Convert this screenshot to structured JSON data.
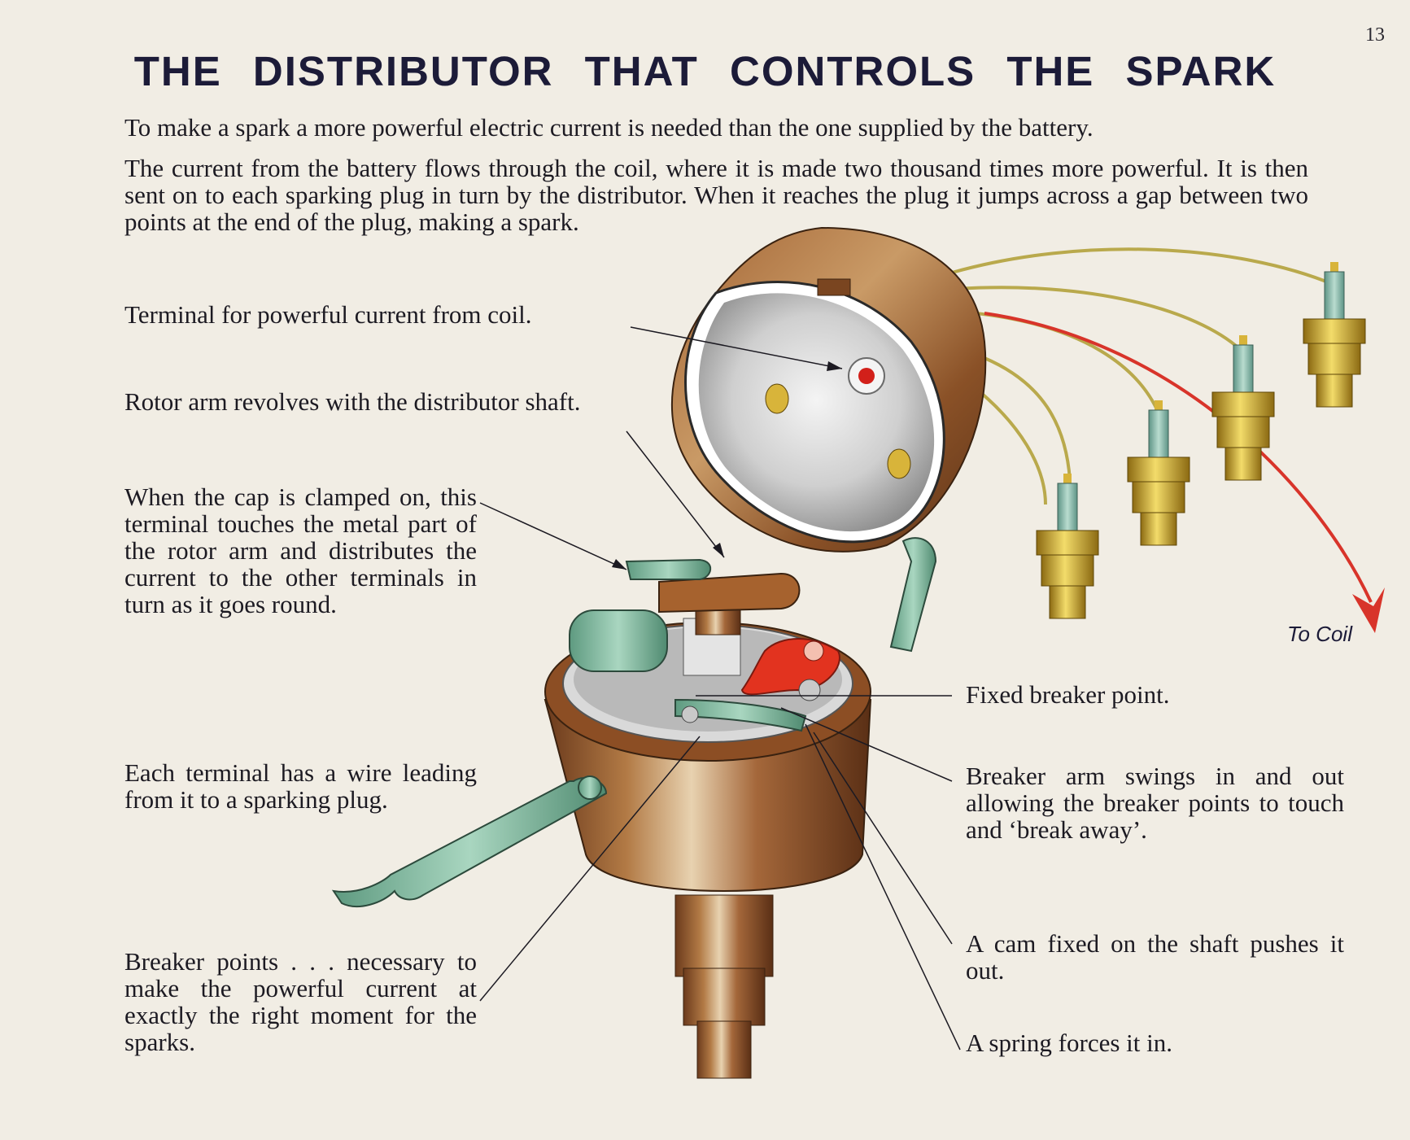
{
  "page_number": "13",
  "title": "THE DISTRIBUTOR THAT CONTROLS THE SPARK",
  "intro": [
    "To make a spark a more powerful electric current is needed than the one supplied by the battery.",
    "The current from the battery flows through the coil, where it is made two thousand times more powerful. It is then sent on to each sparking plug in turn by the distributor. When it reaches the plug it jumps across a gap between two points at the end of the plug, making a spark."
  ],
  "labels": {
    "terminal": "Terminal for powerful current from coil.",
    "rotor_arm": "Rotor arm revolves with the distributor shaft.",
    "cap_clamped": "When the cap is clamped on, this terminal touches the metal part of the rotor arm and distributes the current to the other terminals in turn as it goes round.",
    "each_terminal": "Each terminal has a wire leading from it to a sparking plug.",
    "breaker_points": "Breaker points . . . necessary to make the powerful current at exactly the right moment for the sparks.",
    "fixed_breaker": "Fixed breaker point.",
    "breaker_arm": "Breaker arm swings in and out allowing the breaker points to touch and ‘break away’.",
    "cam": "A cam fixed on the shaft pushes it out.",
    "spring": "A spring forces it in.",
    "to_coil": "To Coil"
  },
  "colors": {
    "paper": "#f1ede4",
    "title": "#1c1b38",
    "copper": "#9a5a2c",
    "green_part": "#8fc2a8",
    "plug_brass": "#d8b43a",
    "lead_yellow": "#b9a94c",
    "lead_red": "#d8342a",
    "rotor_red": "#e2331f"
  }
}
